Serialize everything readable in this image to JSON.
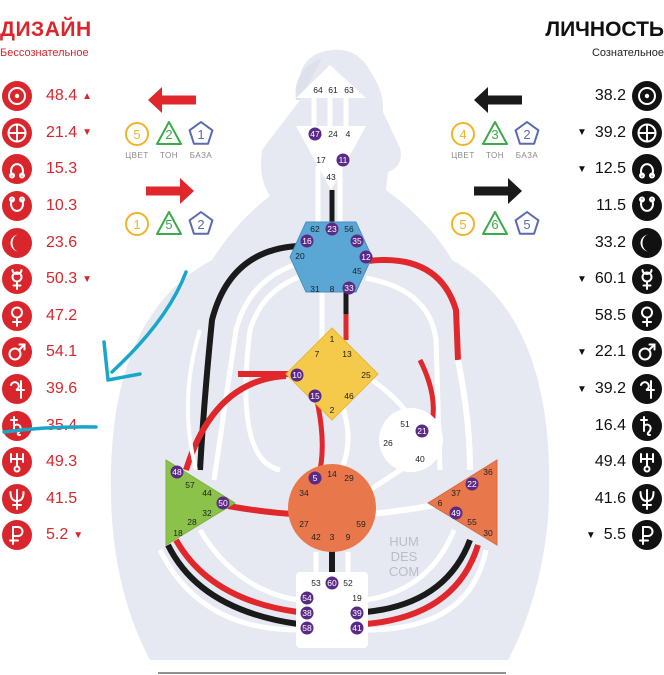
{
  "design": {
    "title": "ДИЗАЙН",
    "subtitle": "Бессознательное",
    "color": "#d9262c",
    "planets": [
      {
        "icon": "sun-icon",
        "value": "48.4",
        "arrow": "▲"
      },
      {
        "icon": "earth-icon",
        "value": "21.4",
        "arrow": "▼"
      },
      {
        "icon": "north-node-icon",
        "value": "15.3",
        "arrow": ""
      },
      {
        "icon": "south-node-icon",
        "value": "10.3",
        "arrow": ""
      },
      {
        "icon": "moon-icon",
        "value": "23.6",
        "arrow": ""
      },
      {
        "icon": "mercury-icon",
        "value": "50.3",
        "arrow": "▼"
      },
      {
        "icon": "venus-icon",
        "value": "47.2",
        "arrow": ""
      },
      {
        "icon": "mars-icon",
        "value": "54.1",
        "arrow": ""
      },
      {
        "icon": "jupiter-icon",
        "value": "39.6",
        "arrow": ""
      },
      {
        "icon": "saturn-icon",
        "value": "35.4",
        "arrow": ""
      },
      {
        "icon": "uranus-icon",
        "value": "49.3",
        "arrow": ""
      },
      {
        "icon": "neptune-icon",
        "value": "41.5",
        "arrow": ""
      },
      {
        "icon": "pluto-icon",
        "value": "5.2",
        "arrow": "▼"
      }
    ]
  },
  "personality": {
    "title": "ЛИЧНОСТЬ",
    "subtitle": "Сознательное",
    "color": "#111111",
    "planets": [
      {
        "icon": "sun-icon",
        "value": "38.2",
        "arrow": ""
      },
      {
        "icon": "earth-icon",
        "value": "39.2",
        "arrow": "▼"
      },
      {
        "icon": "north-node-icon",
        "value": "12.5",
        "arrow": "▼"
      },
      {
        "icon": "south-node-icon",
        "value": "11.5",
        "arrow": ""
      },
      {
        "icon": "moon-icon",
        "value": "33.2",
        "arrow": ""
      },
      {
        "icon": "mercury-icon",
        "value": "60.1",
        "arrow": "▼"
      },
      {
        "icon": "venus-icon",
        "value": "58.5",
        "arrow": ""
      },
      {
        "icon": "mars-icon",
        "value": "22.1",
        "arrow": "▼"
      },
      {
        "icon": "jupiter-icon",
        "value": "39.2",
        "arrow": "▼"
      },
      {
        "icon": "saturn-icon",
        "value": "16.4",
        "arrow": ""
      },
      {
        "icon": "uranus-icon",
        "value": "49.4",
        "arrow": ""
      },
      {
        "icon": "neptune-icon",
        "value": "41.6",
        "arrow": ""
      },
      {
        "icon": "pluto-icon",
        "value": "5.5",
        "arrow": "▼"
      }
    ]
  },
  "variables": {
    "labels": [
      "ЦВЕТ",
      "ТОН",
      "БАЗА"
    ],
    "design_top": [
      "5",
      "2",
      "1"
    ],
    "design_bottom": [
      "1",
      "5",
      "2"
    ],
    "personality_top": [
      "4",
      "3",
      "2"
    ],
    "personality_bottom": [
      "5",
      "6",
      "5"
    ],
    "shape_colors": [
      "#f0b429",
      "#3daa4a",
      "#5a6bb0"
    ]
  },
  "centers": {
    "head": {
      "gates": [
        "64",
        "61",
        "63"
      ]
    },
    "ajna": {
      "gates": [
        "47",
        "24",
        "4",
        "17",
        "11",
        "43"
      ]
    },
    "throat": {
      "gates": [
        "62",
        "23",
        "56",
        "16",
        "35",
        "20",
        "12",
        "45",
        "31",
        "8",
        "33"
      ]
    },
    "g": {
      "gates": [
        "7",
        "1",
        "13",
        "10",
        "25",
        "15",
        "46",
        "2"
      ]
    },
    "ego": {
      "gates": [
        "51",
        "21",
        "26",
        "40"
      ]
    },
    "spleen": {
      "gates": [
        "48",
        "57",
        "44",
        "50",
        "32",
        "28",
        "18"
      ]
    },
    "sacral": {
      "gates": [
        "5",
        "14",
        "29",
        "34",
        "27",
        "59",
        "42",
        "3",
        "9"
      ]
    },
    "solar": {
      "gates": [
        "36",
        "22",
        "37",
        "6",
        "49",
        "55",
        "30"
      ]
    },
    "root": {
      "gates": [
        "53",
        "60",
        "52",
        "19",
        "54",
        "38",
        "39",
        "58",
        "41"
      ]
    }
  },
  "active_gates": [
    "47",
    "11",
    "16",
    "23",
    "35",
    "12",
    "33",
    "10",
    "15",
    "21",
    "48",
    "50",
    "5",
    "22",
    "49",
    "60",
    "54",
    "38",
    "39",
    "58",
    "41"
  ],
  "watermark": [
    "HUM",
    "DES",
    "COM"
  ],
  "colors": {
    "design_red": "#e0272b",
    "personality_black": "#1a1a1a",
    "active_gate": "#5b2a86",
    "body": "#e6e9f1",
    "annotation": "#19a7c9"
  }
}
